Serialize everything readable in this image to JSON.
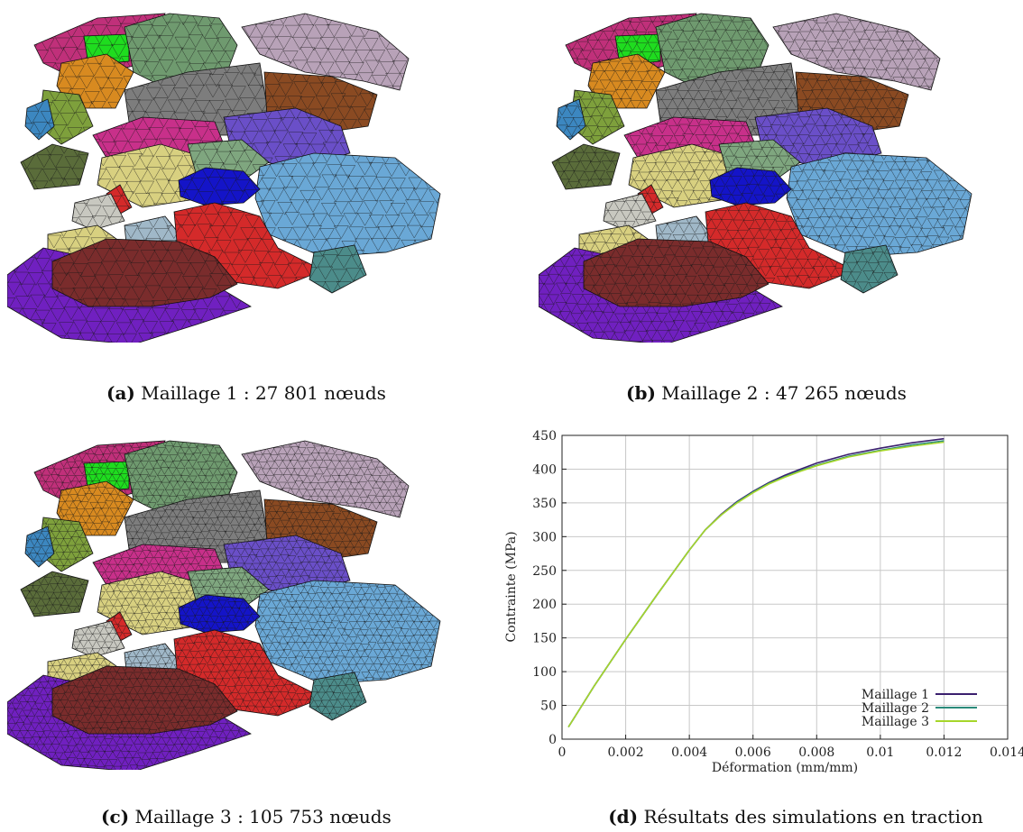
{
  "panels": [
    {
      "tag": "(a)",
      "caption": "Maillage 1 : 27 801 nœuds"
    },
    {
      "tag": "(b)",
      "caption": "Maillage 2 : 47 265 nœuds"
    },
    {
      "tag": "(c)",
      "caption": "Maillage 3 : 105 753 nœuds"
    },
    {
      "tag": "(d)",
      "caption": "Résultats des simulations en traction"
    }
  ],
  "grain_colors": {
    "magenta": "#c0307a",
    "green": "#1fdc1f",
    "sage": "#6f9a6f",
    "mauve": "#b8a2b8",
    "orange": "#d88a20",
    "olive": "#7ea03c",
    "gray": "#7d7d7d",
    "brown": "#8a4a22",
    "steelblue": "#3c87c0",
    "pink": "#c8308a",
    "purple": "#6a4fc8",
    "khaki": "#d8d080",
    "mint": "#7fa67f",
    "darkolive": "#5a6c3a",
    "blue": "#1414c8",
    "skyblue": "#6aa8d6",
    "red": "#d42a2a",
    "silver": "#c8c8c0",
    "lightblue": "#a0b8c8",
    "maroon": "#7a2c2c",
    "violet": "#7020c0",
    "teal": "#4c8c8a"
  },
  "chart_data": {
    "type": "line",
    "title": "",
    "xlabel": "Déformation (mm/mm)",
    "ylabel": "Contrainte (MPa)",
    "xlim": [
      0,
      0.014
    ],
    "ylim": [
      0,
      450
    ],
    "xticks": [
      "0",
      "0.002",
      "0.004",
      "0.006",
      "0.008",
      "0.01",
      "0.012",
      "0.014"
    ],
    "yticks": [
      "0",
      "50",
      "100",
      "150",
      "200",
      "250",
      "300",
      "350",
      "400",
      "450"
    ],
    "grid": true,
    "legend_position": "bottom-right",
    "series": [
      {
        "name": "Maillage 1",
        "color": "#3b1f6e",
        "x": [
          0.0002,
          0.001,
          0.002,
          0.003,
          0.004,
          0.0045,
          0.005,
          0.0055,
          0.006,
          0.0065,
          0.007,
          0.0075,
          0.008,
          0.009,
          0.01,
          0.011,
          0.012
        ],
        "y": [
          18,
          78,
          148,
          215,
          280,
          310,
          333,
          352,
          367,
          380,
          391,
          400,
          409,
          422,
          431,
          439,
          445
        ]
      },
      {
        "name": "Maillage 2",
        "color": "#2a8a7a",
        "x": [
          0.0002,
          0.001,
          0.002,
          0.003,
          0.004,
          0.0045,
          0.005,
          0.0055,
          0.006,
          0.0065,
          0.007,
          0.0075,
          0.008,
          0.009,
          0.01,
          0.011,
          0.012
        ],
        "y": [
          18,
          78,
          148,
          215,
          280,
          310,
          332,
          351,
          366,
          379,
          389,
          398,
          406,
          419,
          428,
          436,
          442
        ]
      },
      {
        "name": "Maillage 3",
        "color": "#a6d62a",
        "x": [
          0.0002,
          0.001,
          0.002,
          0.003,
          0.004,
          0.0045,
          0.005,
          0.0055,
          0.006,
          0.0065,
          0.007,
          0.0075,
          0.008,
          0.009,
          0.01,
          0.011,
          0.012
        ],
        "y": [
          18,
          78,
          148,
          215,
          280,
          310,
          332,
          350,
          365,
          378,
          388,
          397,
          405,
          418,
          427,
          434,
          440
        ]
      }
    ]
  }
}
